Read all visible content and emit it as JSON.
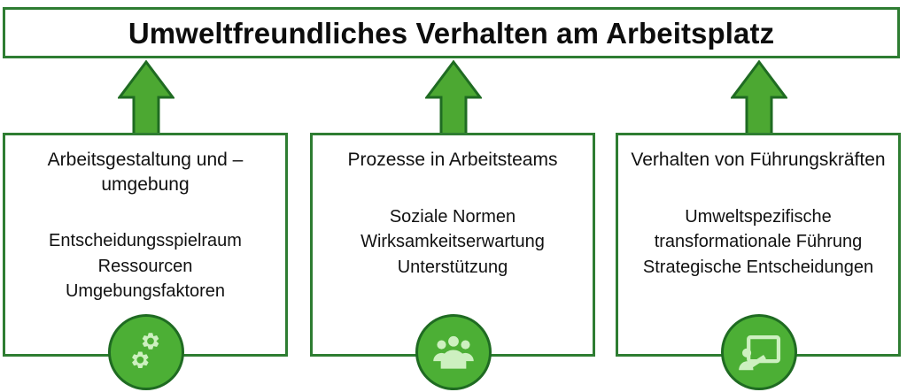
{
  "title": {
    "text": "Umweltfreundliches Verhalten am Arbeitsplatz"
  },
  "colors": {
    "border_green": "#2e7d32",
    "arrow_fill": "#4ca832",
    "arrow_stroke": "#1f6b22",
    "badge_fill": "#4caf35",
    "badge_stroke": "#1f6b22",
    "glyph_fill": "#cdf0c0",
    "text": "#111111",
    "background": "#ffffff"
  },
  "columns": [
    {
      "heading": "Arbeitsgestaltung und –umgebung",
      "items": [
        "Entscheidungsspielraum",
        "Ressourcen",
        "Umgebungsfaktoren"
      ],
      "icon": "gears-icon",
      "arrow": "up-arrow-icon"
    },
    {
      "heading": "Prozesse in Arbeitsteams",
      "items": [
        "Soziale Normen",
        "Wirksamkeitserwartung",
        "Unterstützung"
      ],
      "icon": "people-group-icon",
      "arrow": "up-arrow-icon"
    },
    {
      "heading": "Verhalten von Führungskräften",
      "items": [
        "Umweltspezifische",
        "transformationale Führung",
        "Strategische Entscheidungen"
      ],
      "icon": "presentation-teacher-icon",
      "arrow": "up-arrow-icon"
    }
  ]
}
